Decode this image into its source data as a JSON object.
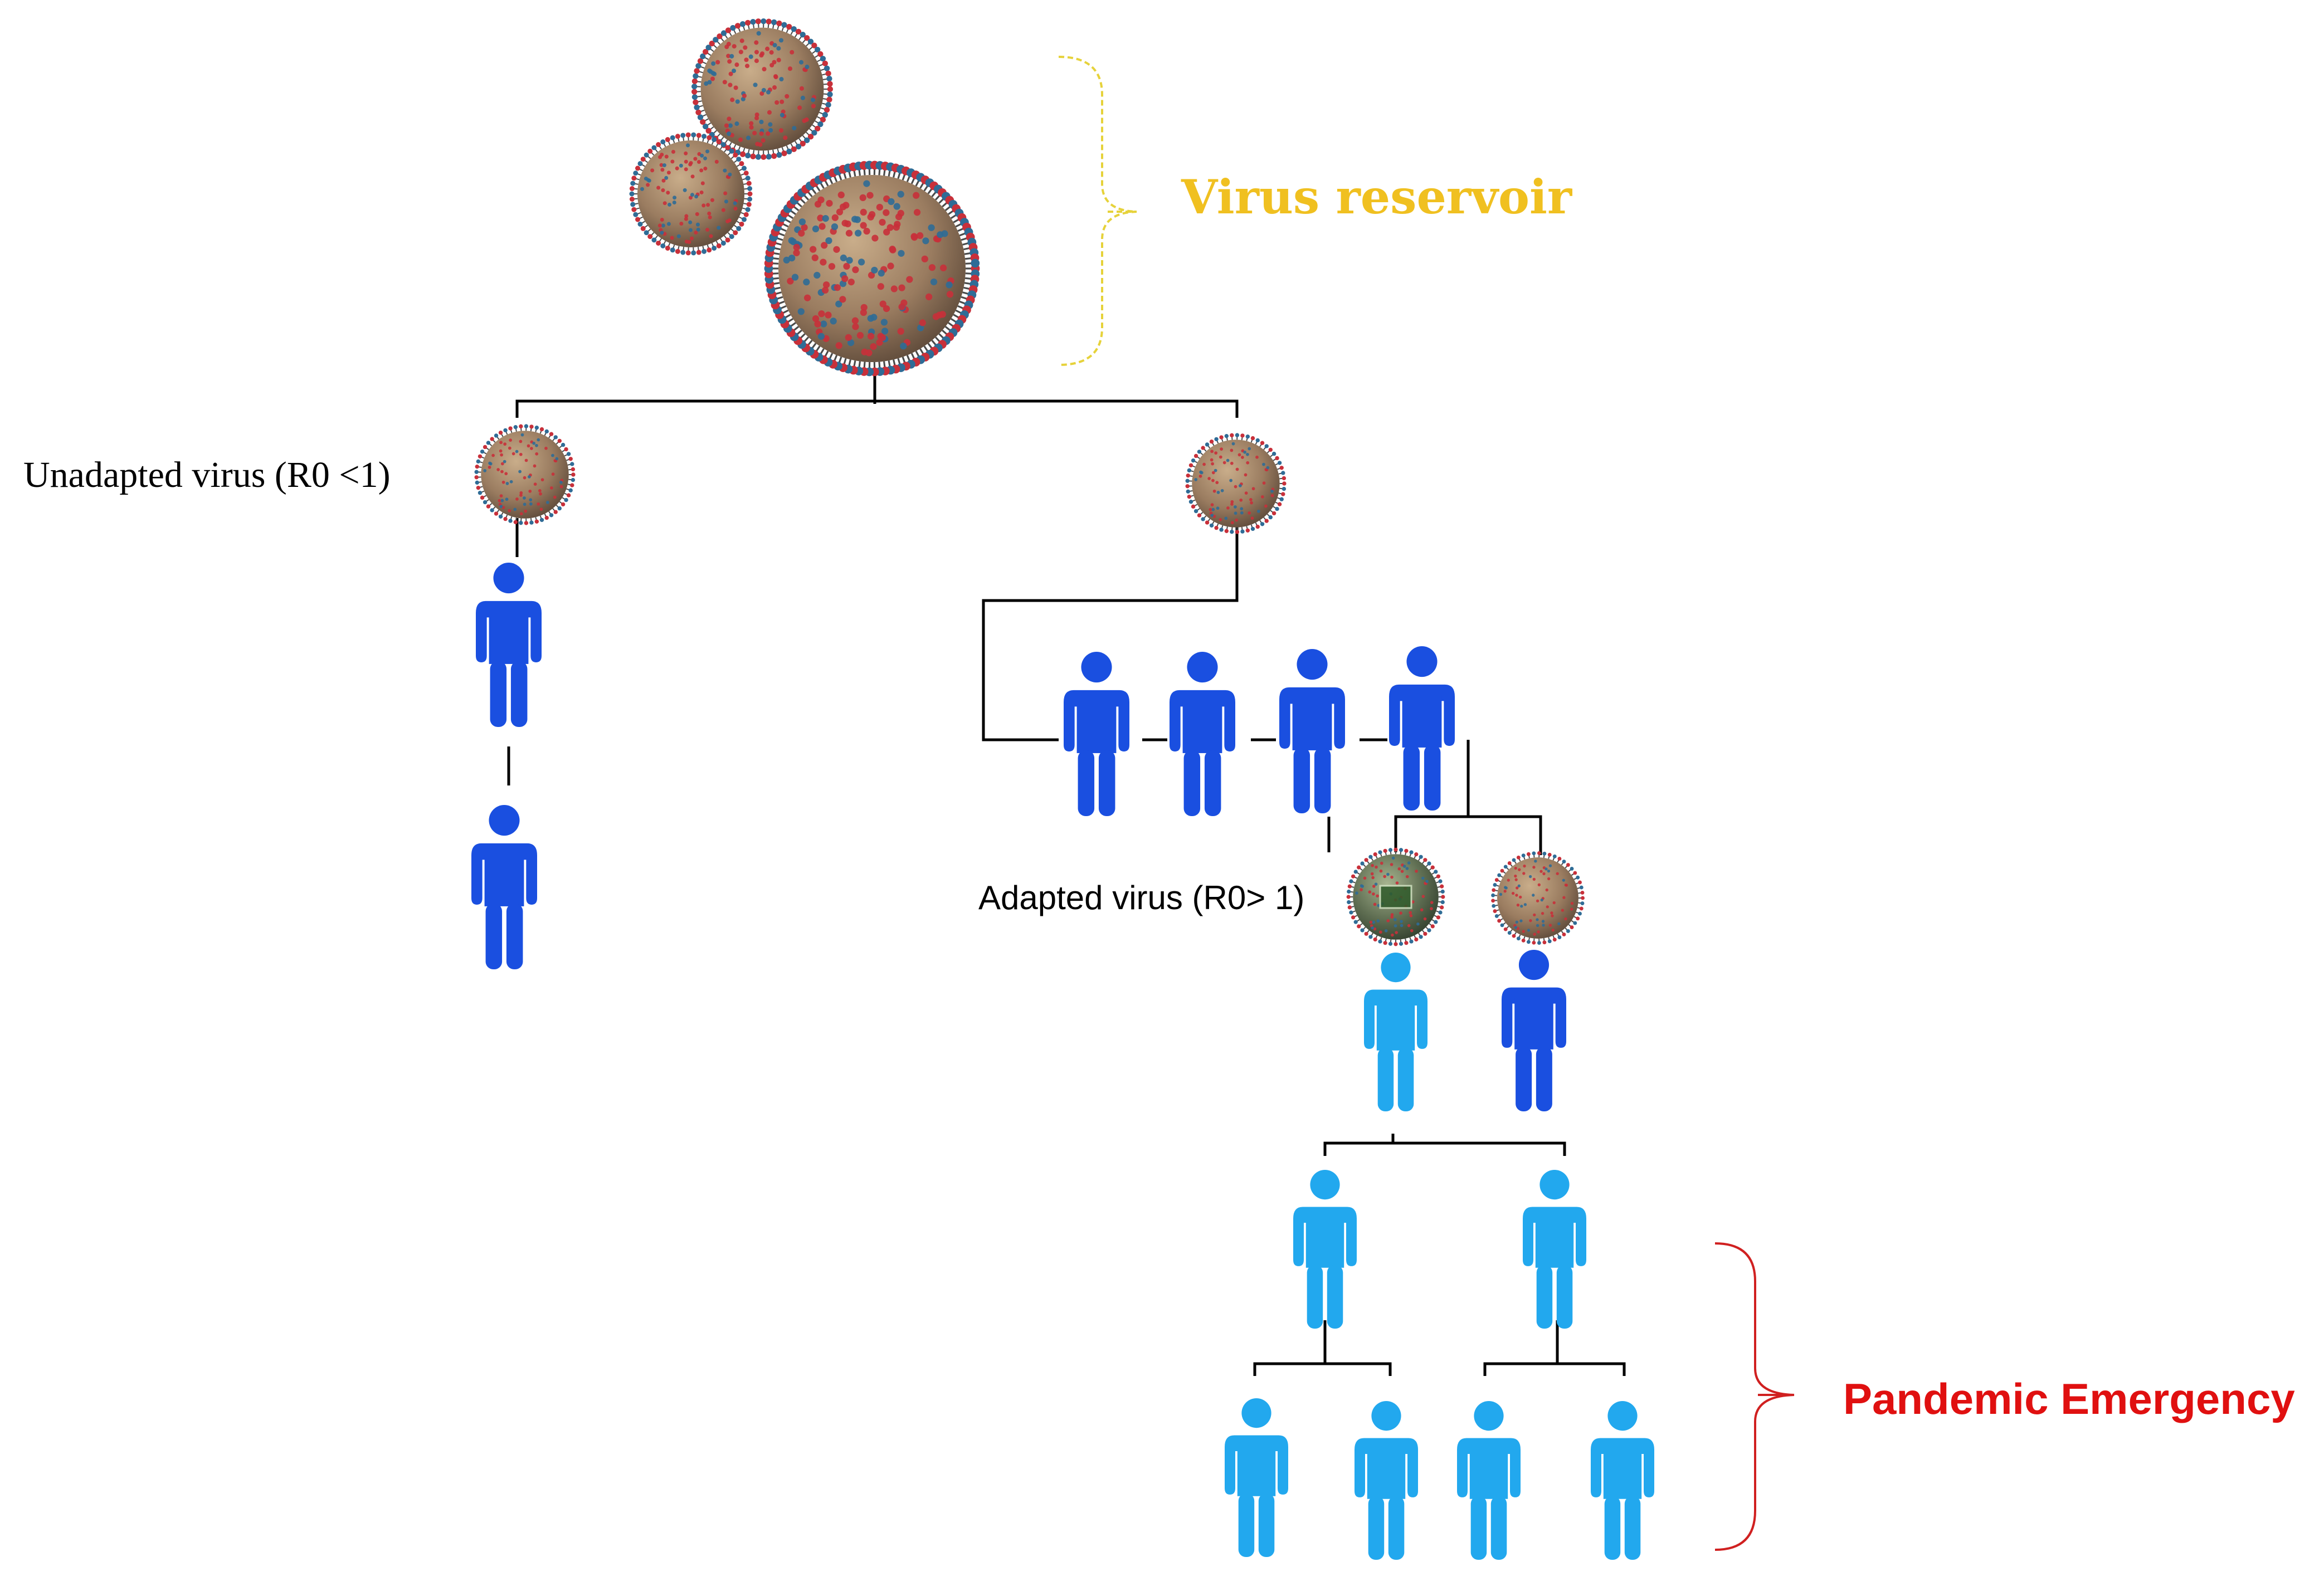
{
  "labels": {
    "virus_reservoir": "Virus reservoir",
    "unadapted_virus": "Unadapted  virus  (R0 <1)",
    "adapted_virus": "Adapted virus (R0> 1)",
    "pandemic_emergency": "Pandemic Emergency"
  },
  "colors": {
    "reservoir_label": "#f0c020",
    "reservoir_brace": "#e6d23a",
    "pandemic_label": "#e01010",
    "pandemic_brace": "#d02020",
    "person_infected_dark": "#1a4fe0",
    "person_infected_light": "#22a8ee",
    "virus_core": "#a08468",
    "virus_spike_red": "#c8303a",
    "virus_spike_blue": "#2f6c96",
    "connector": "#000000"
  },
  "icons": {
    "virus": "virus-particle-icon",
    "adapted_virus": "adapted-virus-particle-icon",
    "person": "person-icon"
  }
}
